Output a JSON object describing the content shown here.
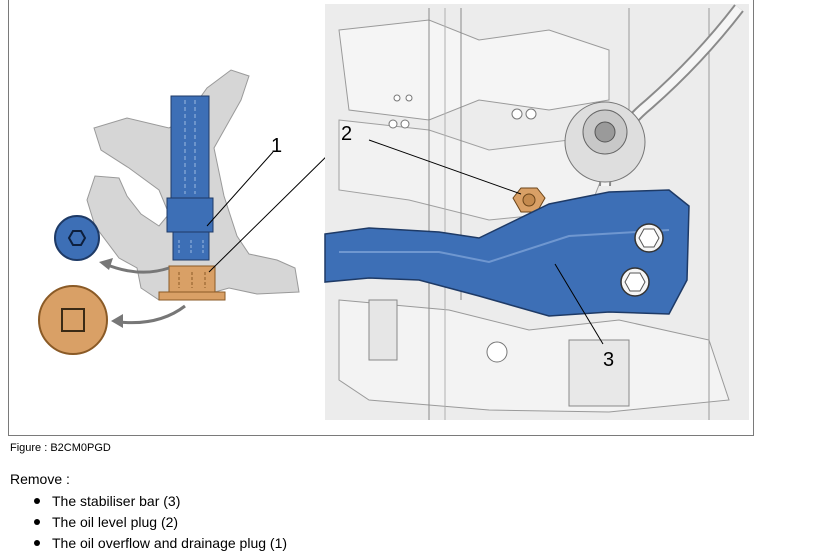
{
  "figure": {
    "callouts": [
      "1",
      "2",
      "3"
    ],
    "caption": "Figure : B2CM0PGD",
    "colors": {
      "part_blue": "#3d6fb6",
      "part_bronze": "#d9a066",
      "housing_grey": "#d6d6d6",
      "engine_grey": "#ececec"
    }
  },
  "instructions": {
    "heading": "Remove :",
    "steps": [
      "The stabiliser bar (3)",
      "The oil level plug (2)",
      "The oil overflow and drainage plug (1)"
    ]
  }
}
